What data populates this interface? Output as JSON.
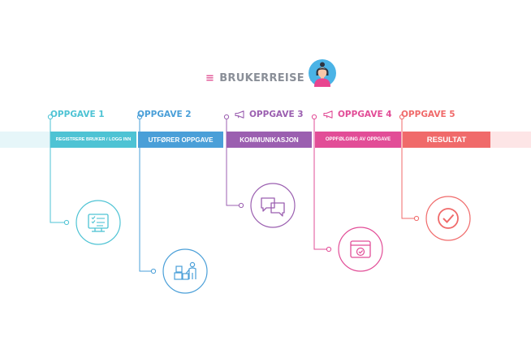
{
  "header": {
    "title": "BRUKERREISE",
    "menu_glyph_left": "≡",
    "menu_glyph_right": "≡",
    "avatar_icon": "woman-avatar-icon"
  },
  "colors": {
    "step1": "#4ec3d4",
    "step2": "#4a9fd8",
    "step3": "#9b5fb0",
    "step4": "#e24d97",
    "step5": "#f06a6a",
    "title_grey": "#8a8f98"
  },
  "steps": [
    {
      "label": "OPPGAVE 1",
      "bar_text": "REGISTRERE BRUKER / LOGG INN",
      "icon": "monitor-checklist-icon",
      "label_icon": ""
    },
    {
      "label": "OPPGAVE 2",
      "bar_text": "UTFØRER OPPGAVE",
      "icon": "person-with-boxes-icon",
      "label_icon": ""
    },
    {
      "label": "OPPGAVE 3",
      "bar_text": "KOMMUNIKASJON",
      "icon": "chat-bubbles-icon",
      "label_icon": "megaphone-icon"
    },
    {
      "label": "OPPGAVE 4",
      "bar_text": "OPPFØLGING AV OPPGAVE",
      "icon": "browser-check-icon",
      "label_icon": "megaphone-icon"
    },
    {
      "label": "OPPGAVE 5",
      "bar_text": "RESULTAT",
      "icon": "check-circle-icon",
      "label_icon": ""
    }
  ]
}
